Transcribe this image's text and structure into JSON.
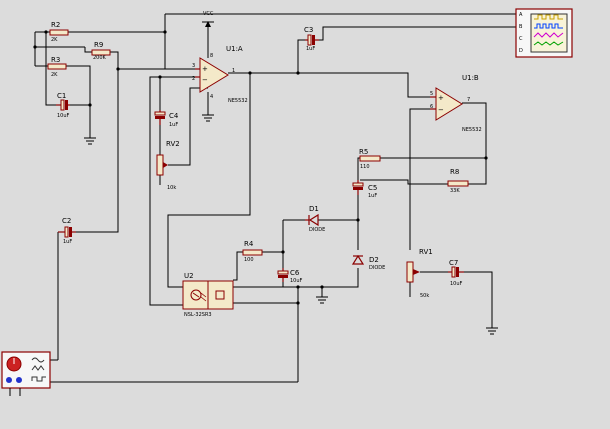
{
  "components": {
    "r2": {
      "ref": "R2",
      "value": "2K"
    },
    "r3": {
      "ref": "R3",
      "value": "2K"
    },
    "r9": {
      "ref": "R9",
      "value": "200K"
    },
    "c1": {
      "ref": "C1",
      "value": "10uF"
    },
    "c2": {
      "ref": "C2",
      "value": "1uF"
    },
    "c3": {
      "ref": "C3",
      "value": "1uF"
    },
    "c4": {
      "ref": "C4",
      "value": "1uF"
    },
    "c5": {
      "ref": "C5",
      "value": "1uF"
    },
    "c6": {
      "ref": "C6",
      "value": "10uF"
    },
    "c7": {
      "ref": "C7",
      "value": "10uF"
    },
    "rv1": {
      "ref": "RV1",
      "value": "50k"
    },
    "rv2": {
      "ref": "RV2",
      "value": "10k"
    },
    "r4": {
      "ref": "R4",
      "value": "100"
    },
    "r5": {
      "ref": "R5",
      "value": "110"
    },
    "r8": {
      "ref": "R8",
      "value": "33K"
    },
    "d1": {
      "ref": "D1",
      "value": "DIODE"
    },
    "d2": {
      "ref": "D2",
      "value": "DIODE"
    },
    "u1a": {
      "ref": "U1:A",
      "value": "NE5532",
      "pins": [
        "3",
        "2",
        "1",
        "8",
        "4"
      ]
    },
    "u1b": {
      "ref": "U1:B",
      "value": "NE5532",
      "pins": [
        "5",
        "6",
        "7"
      ]
    },
    "u2": {
      "ref": "U2",
      "value": "NSL-32SR3"
    },
    "vcc": {
      "label": "VCC"
    },
    "scope": {
      "channels": [
        "A",
        "B",
        "C",
        "D"
      ]
    }
  }
}
